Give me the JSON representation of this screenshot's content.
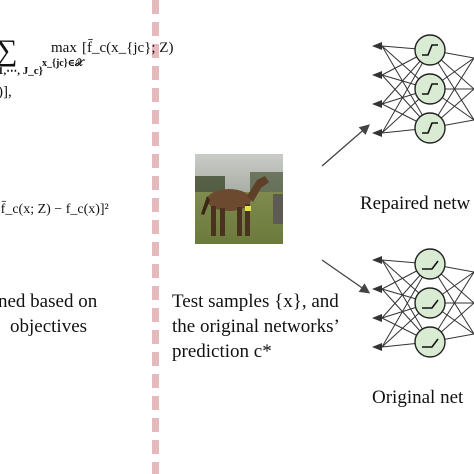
{
  "left_panel": {
    "formula_top_sum": "∑",
    "formula_top_max": "max",
    "formula_top_max_sub": "x_{jc}∈𝒳",
    "formula_top_expr": "[f̄_c(x_{jc}; Z)",
    "formula_top_sum_sub": "1,⋯, J_c}",
    "formula_top_close": ")],",
    "formula_loss": "[f̄_c(x; Z) − f_c(x)]²",
    "caption_line1": "ned based on",
    "caption_line2": "objectives"
  },
  "middle_panel": {
    "caption_line1": "Test samples {x}, and",
    "caption_line2": "the original networks’",
    "caption_line3": "prediction c*"
  },
  "right_panel": {
    "top_label": "Repaired netw",
    "bottom_label": "Original net"
  },
  "colors": {
    "node_fill": "#d9ecd3",
    "divider": "#e6b9bd",
    "edge": "#333333"
  }
}
